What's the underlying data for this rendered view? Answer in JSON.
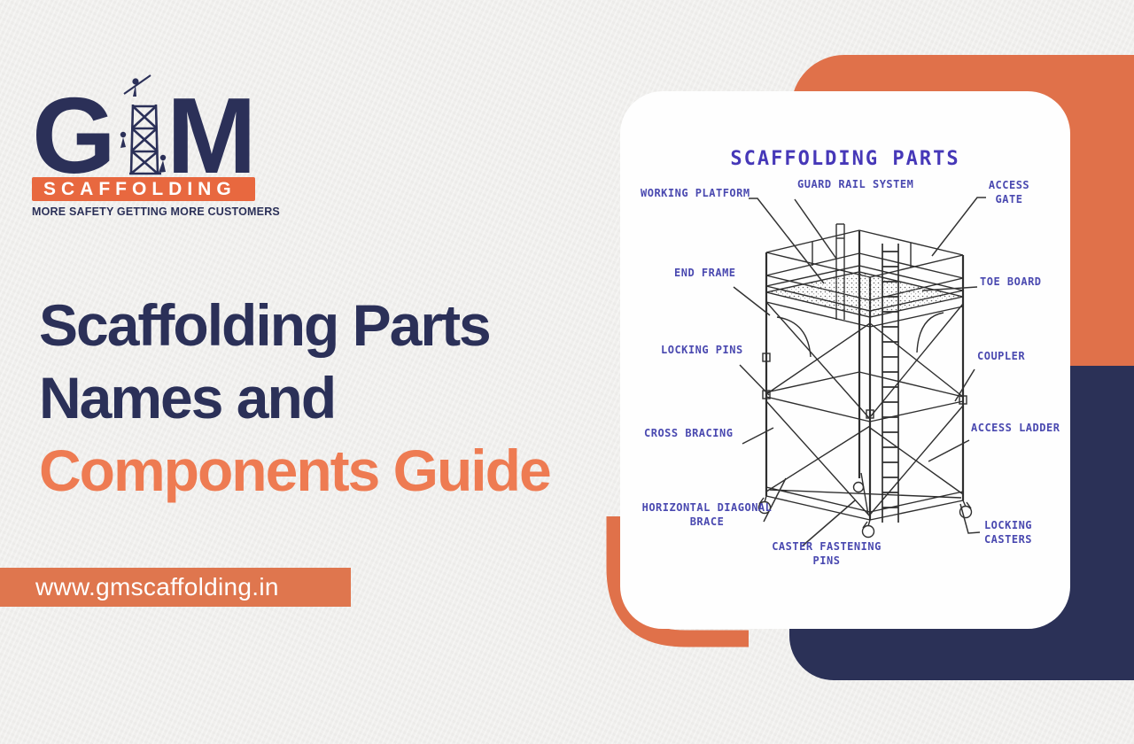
{
  "brand": {
    "monogram_g": "G",
    "monogram_m": "M",
    "banner": "SCAFFOLDING",
    "tagline": "MORE SAFETY GETTING MORE CUSTOMERS"
  },
  "headline": {
    "line1": "Scaffolding Parts",
    "line2": "Names and",
    "line3": "Components Guide"
  },
  "website": {
    "url": "www.gmscaffolding.in"
  },
  "diagram": {
    "title": "SCAFFOLDING PARTS",
    "labels": [
      {
        "id": "working-platform",
        "text": "WORKING PLATFORM"
      },
      {
        "id": "guard-rail-system",
        "text": "GUARD RAIL SYSTEM"
      },
      {
        "id": "access-gate",
        "text": "ACCESS\nGATE"
      },
      {
        "id": "end-frame",
        "text": "END FRAME"
      },
      {
        "id": "toe-board",
        "text": "TOE BOARD"
      },
      {
        "id": "locking-pins",
        "text": "LOCKING PINS"
      },
      {
        "id": "coupler",
        "text": "COUPLER"
      },
      {
        "id": "cross-bracing",
        "text": "CROSS BRACING"
      },
      {
        "id": "access-ladder",
        "text": "ACCESS LADDER"
      },
      {
        "id": "horizontal-diagonal-brace",
        "text": "HORIZONTAL DIAGONAL\nBRACE"
      },
      {
        "id": "caster-fastening-pins",
        "text": "CASTER FASTENING\nPINS"
      },
      {
        "id": "locking-casters",
        "text": "LOCKING\nCASTERS"
      }
    ]
  },
  "colors": {
    "navy": "#2b3157",
    "orange": "#e0714a",
    "headline_navy": "#2b3058",
    "headline_orange": "#ee7b52",
    "logo_banner_orange": "#e8683f",
    "url_bar_orange": "#df764e",
    "diagram_label_blue": "#4a49b0",
    "diagram_title_blue": "#4638b8",
    "background": "#f0efed",
    "card_white": "#fefefe"
  }
}
